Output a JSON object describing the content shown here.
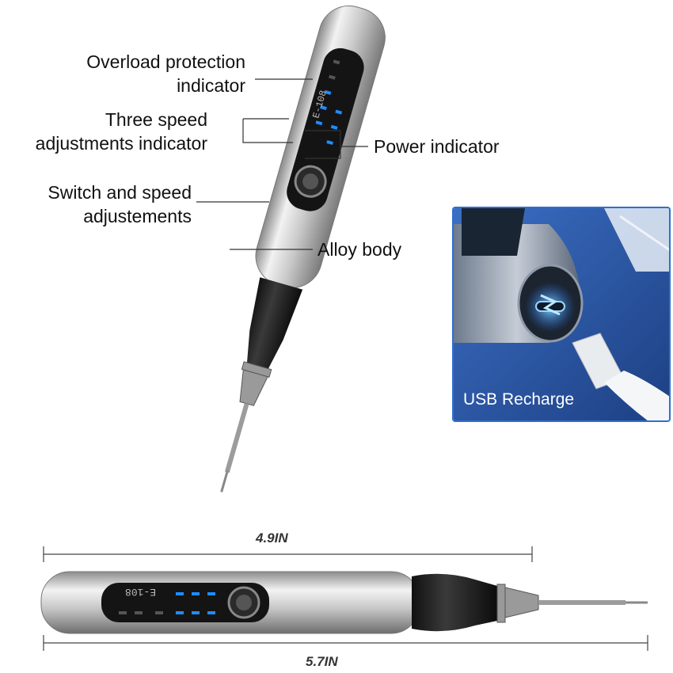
{
  "callouts": {
    "overload": [
      "Overload protection",
      "indicator"
    ],
    "speed": [
      "Three speed",
      "adjustments indicator"
    ],
    "power": "Power indicator",
    "switch": [
      "Switch and speed",
      "adjustements"
    ],
    "body": "Alloy body"
  },
  "model_text": "E-108",
  "inset_caption": "USB Recharge",
  "dimensions": {
    "short": "4.9IN",
    "long": "5.7IN"
  },
  "colors": {
    "led_blue": "#1e8cff",
    "inset_bg": "#2d5aa8",
    "metal": "#c8c8c8"
  }
}
